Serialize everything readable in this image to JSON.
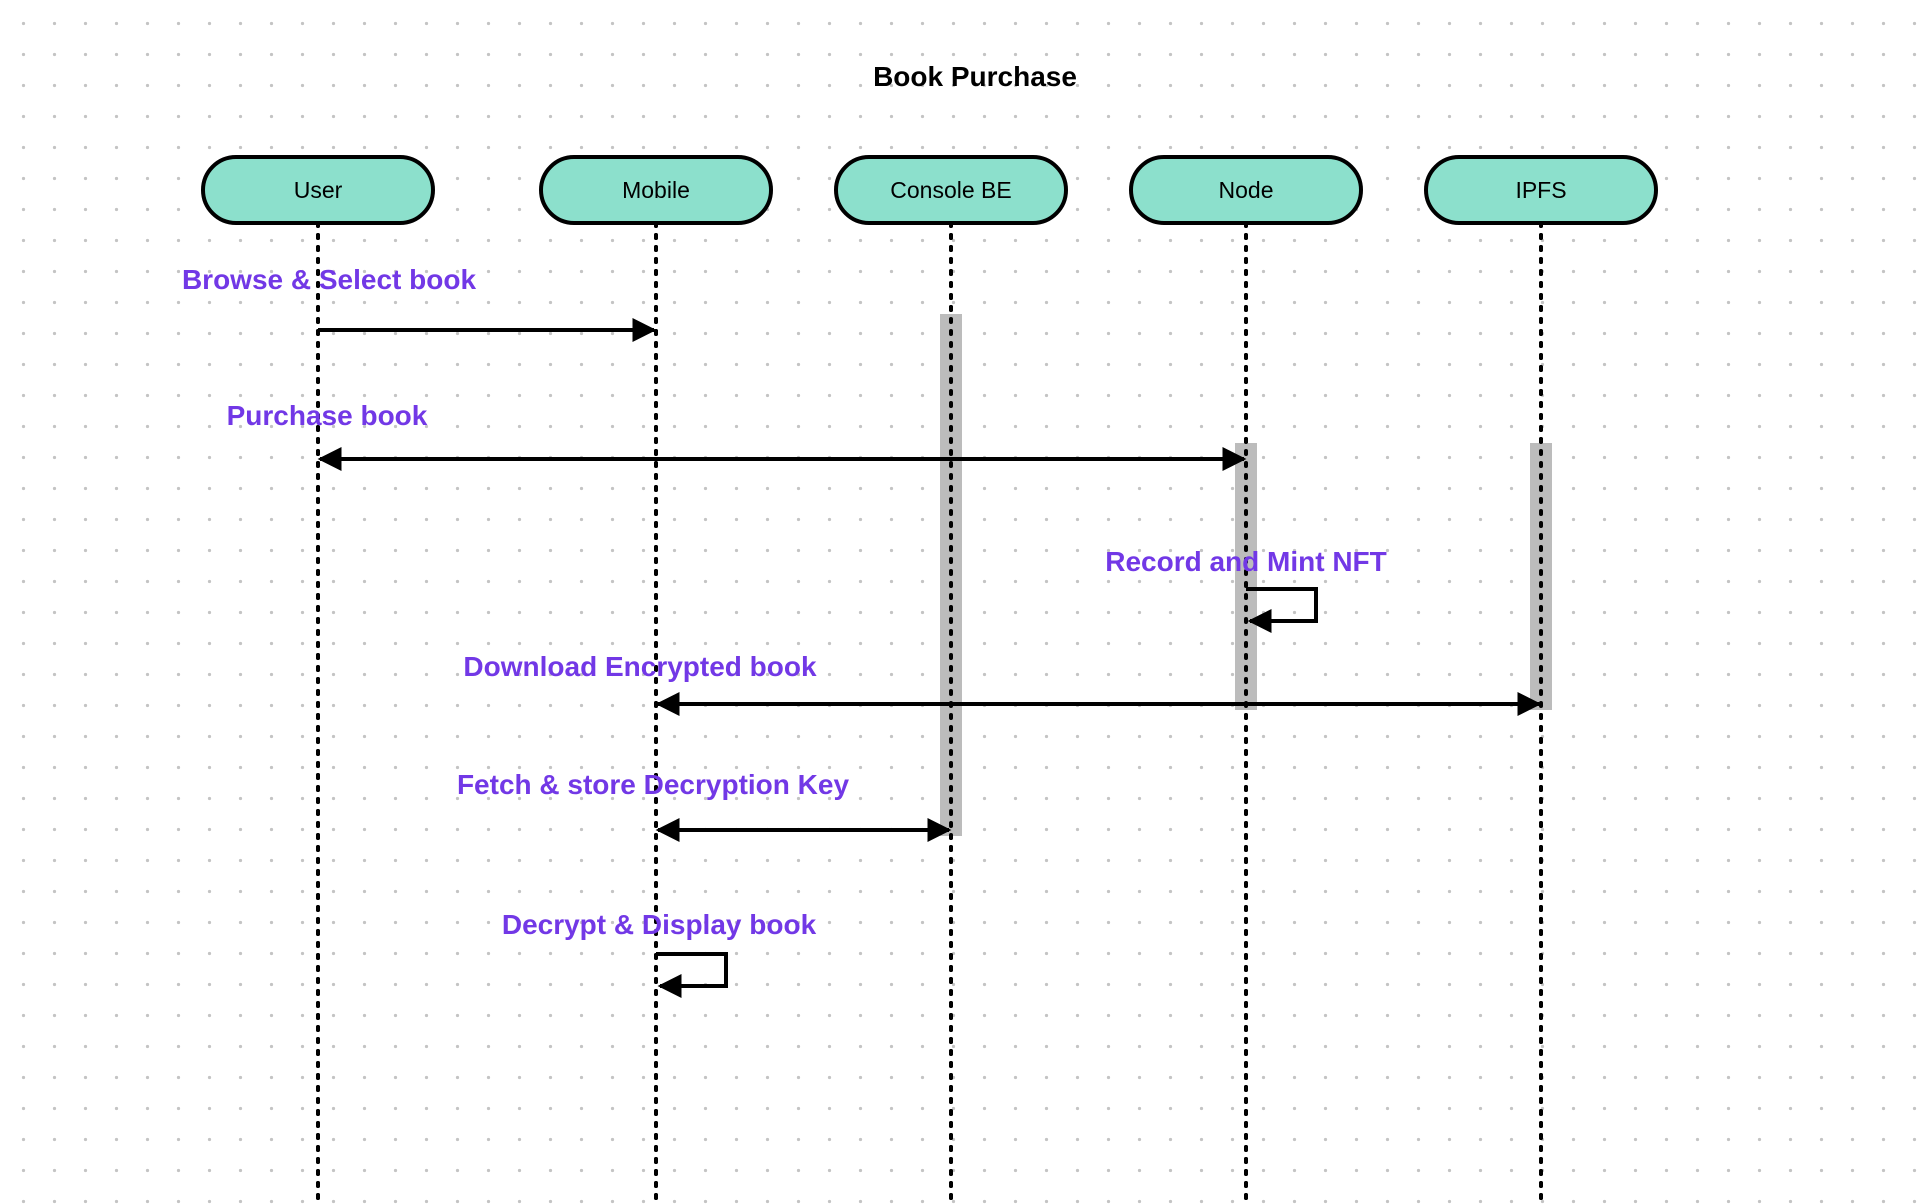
{
  "diagram": {
    "title": "Book Purchase",
    "colors": {
      "participant_fill": "#8ce0cc",
      "participant_stroke": "#000000",
      "message_text": "#7238e6",
      "activation": "#bcbcbc",
      "line": "#000000"
    },
    "participants": [
      {
        "id": "user",
        "label": "User"
      },
      {
        "id": "mobile",
        "label": "Mobile"
      },
      {
        "id": "console",
        "label": "Console BE"
      },
      {
        "id": "node",
        "label": "Node"
      },
      {
        "id": "ipfs",
        "label": "IPFS"
      }
    ],
    "messages": [
      {
        "label": "Browse & Select book",
        "from": "user",
        "to": "mobile",
        "type": "one-way"
      },
      {
        "label": "Purchase book",
        "from": "user",
        "to": "node",
        "type": "two-way"
      },
      {
        "label": "Record and Mint NFT",
        "from": "node",
        "to": "node",
        "type": "self"
      },
      {
        "label": "Download Encrypted book",
        "from": "mobile",
        "to": "ipfs",
        "type": "two-way"
      },
      {
        "label": "Fetch & store Decryption Key",
        "from": "mobile",
        "to": "console",
        "type": "two-way"
      },
      {
        "label": "Decrypt & Display book",
        "from": "mobile",
        "to": "mobile",
        "type": "self"
      }
    ],
    "activations": [
      {
        "participant": "console",
        "from_message": 0,
        "to_message": 4
      },
      {
        "participant": "node",
        "from_message": 1,
        "to_message": 3
      },
      {
        "participant": "ipfs",
        "from_message": 1,
        "to_message": 3
      }
    ]
  }
}
